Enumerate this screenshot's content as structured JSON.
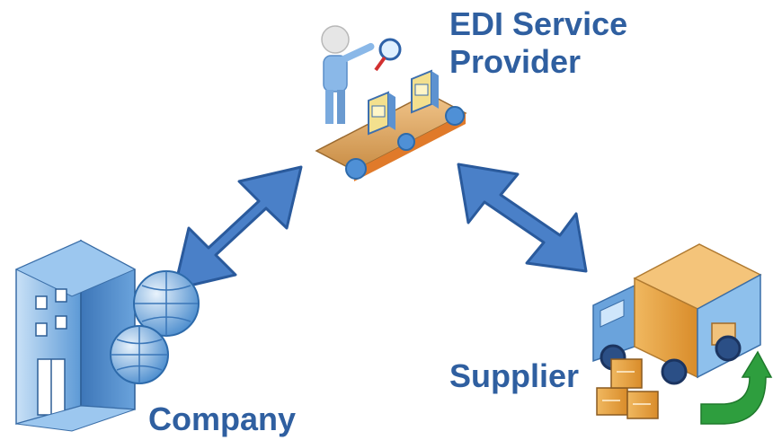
{
  "nodes": {
    "provider": {
      "line1": "EDI Service",
      "line2": "Provider"
    },
    "supplier": {
      "label": "Supplier"
    },
    "company": {
      "label": "Company"
    }
  },
  "colors": {
    "label": "#2f5fa0",
    "arrow_fill": "#4a80c8",
    "arrow_stroke": "#2a5a9c",
    "return_arrow": "#2e9e3e"
  }
}
